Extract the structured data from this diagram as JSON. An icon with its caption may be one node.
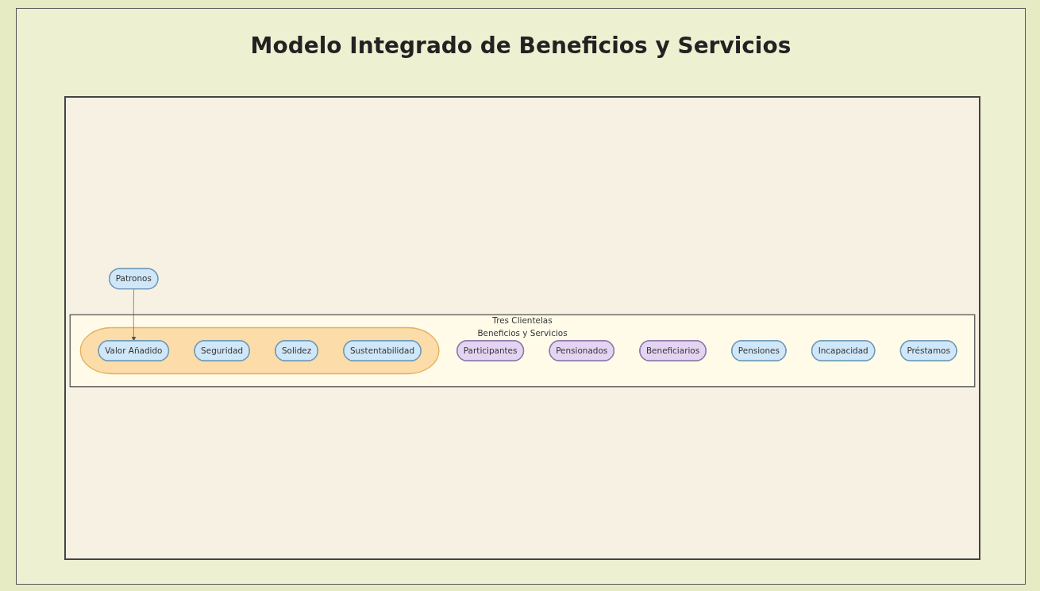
{
  "diagram": {
    "title": "Modelo Integrado de Beneficios y Servicios",
    "nodes": [
      {
        "text": [
          "Patronos"
        ]
      },
      {
        "text": [
          "Tres Clientelas",
          "Beneficios y Servicios"
        ]
      },
      {
        "text": [
          "Participantes"
        ],
        "in": 1
      },
      {
        "text": [
          "Pensionados"
        ],
        "in": 1
      },
      {
        "text": [
          "Beneficiarios"
        ],
        "in": 1
      },
      {
        "text": [],
        "shape": "ellipse",
        "in": 1
      },
      {
        "text": [
          "Valor Añadido"
        ],
        "in": 5
      },
      {
        "text": [
          "Seguridad"
        ],
        "in": 5
      },
      {
        "text": [
          "Solidez"
        ],
        "in": 5
      },
      {
        "text": [
          "Sustentabilidad"
        ],
        "in": 5
      },
      {
        "text": [
          "Pensiones"
        ],
        "in": 1
      },
      {
        "text": [
          "Incapacidad"
        ],
        "in": 1
      },
      {
        "text": [
          "Préstamos"
        ],
        "in": 1
      }
    ],
    "edges": [
      {
        "from": 0,
        "to": 6,
        "arrow": "to"
      }
    ]
  }
}
